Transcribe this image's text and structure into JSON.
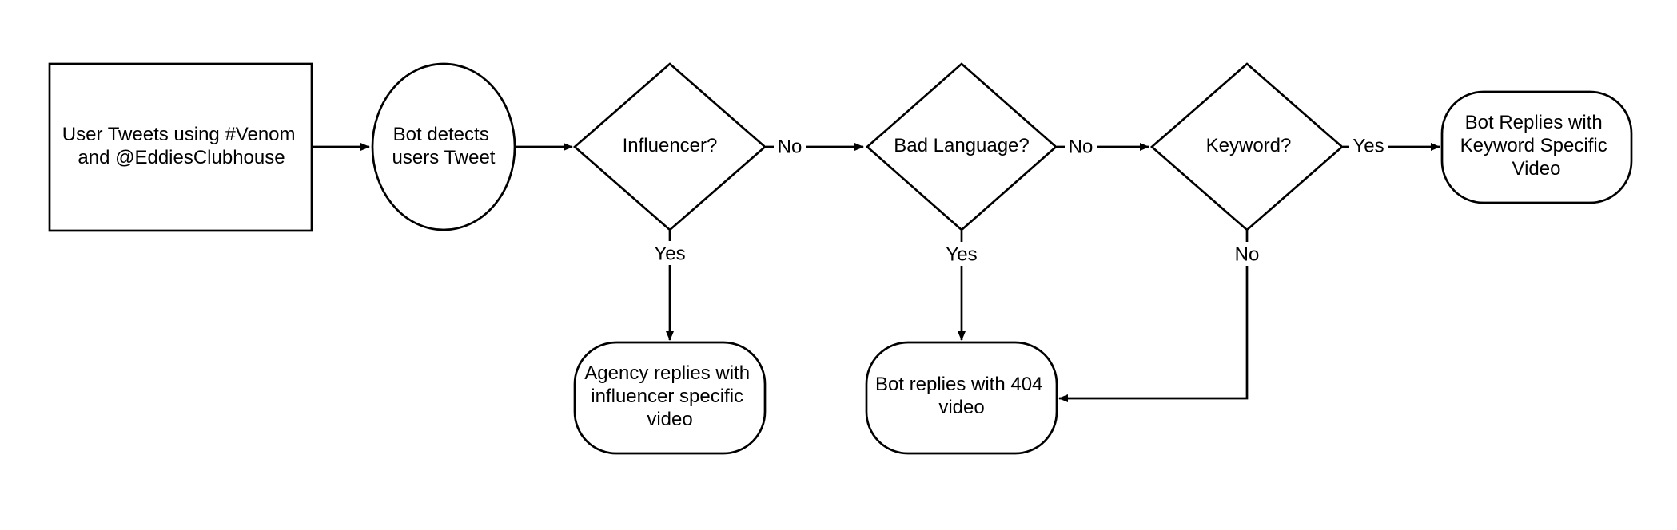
{
  "diagram": {
    "nodes": {
      "user_tweets": {
        "lines": [
          "User Tweets using #Venom",
          "and @EddiesClubhouse"
        ]
      },
      "bot_detects": {
        "lines": [
          "Bot detects",
          "users Tweet"
        ]
      },
      "influencer": {
        "lines": [
          "Influencer?"
        ]
      },
      "bad_language": {
        "lines": [
          "Bad Language?"
        ]
      },
      "keyword": {
        "lines": [
          "Keyword?"
        ]
      },
      "bot_replies_keyword": {
        "lines": [
          "Bot Replies with",
          "Keyword Specific",
          "Video"
        ]
      },
      "agency_replies": {
        "lines": [
          "Agency replies with",
          "influencer specific",
          "video"
        ]
      },
      "bot_replies_404": {
        "lines": [
          "Bot replies with 404",
          "video"
        ]
      }
    },
    "edges": {
      "influencer_no": "No",
      "influencer_yes": "Yes",
      "bad_language_no": "No",
      "bad_language_yes": "Yes",
      "keyword_yes": "Yes",
      "keyword_no": "No"
    }
  }
}
